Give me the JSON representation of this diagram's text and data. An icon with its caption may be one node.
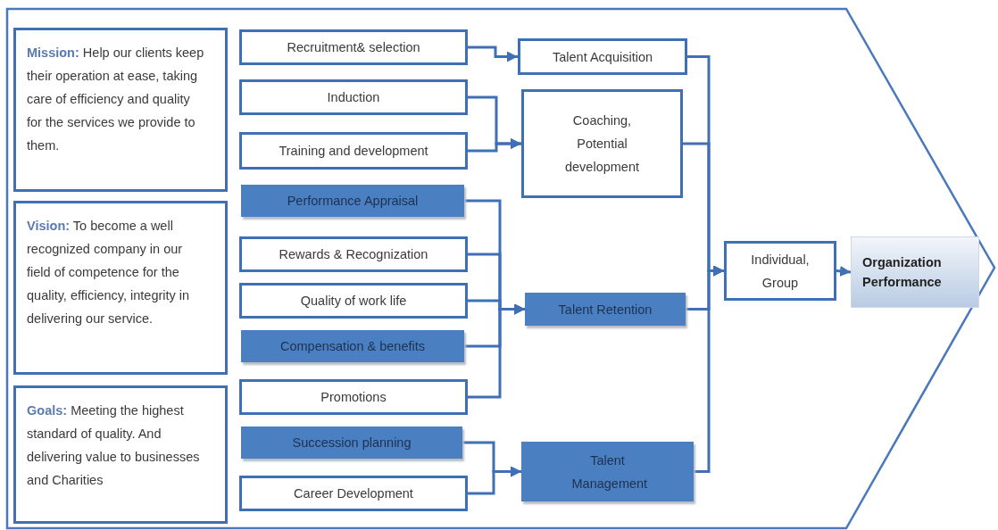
{
  "diagram": {
    "nodes": [
      {
        "text": [
          "**Mission:** Help our clients keep their operation at ease, taking care of efficiency and quality for the services we provide to them."
        ]
      },
      {
        "text": [
          "**Vision:** To become a well recognized company in our field of competence for the quality, efficiency, integrity in delivering our service."
        ]
      },
      {
        "text": [
          "**Goals:**  Meeting the highest standard of quality. And delivering value to businesses and Charities"
        ]
      },
      {
        "text": [
          "Recruitment& selection"
        ]
      },
      {
        "text": [
          "Induction"
        ]
      },
      {
        "text": [
          "Training and development"
        ]
      },
      {
        "text": [
          "Performance Appraisal"
        ]
      },
      {
        "text": [
          "Rewards & Recognization"
        ]
      },
      {
        "text": [
          "Quality of work life"
        ]
      },
      {
        "text": [
          "Compensation & benefits"
        ]
      },
      {
        "text": [
          "Promotions"
        ]
      },
      {
        "text": [
          "Succession planning"
        ]
      },
      {
        "text": [
          "Career Development"
        ]
      },
      {
        "text": [
          "Talent Acquisition"
        ]
      },
      {
        "text": [
          "Coaching, Potential development"
        ]
      },
      {
        "text": [
          "Talent Retention"
        ]
      },
      {
        "text": [
          "Talent Management"
        ]
      },
      {
        "text": [
          "Individual, Group"
        ]
      },
      {
        "text": [
          "Organization Performance"
        ]
      }
    ],
    "edges": [
      {
        "from": 3,
        "to": 13,
        "arrow": "to"
      },
      {
        "from": 4,
        "to": 14,
        "arrow": "to"
      },
      {
        "from": 5,
        "to": 14,
        "arrow": "to"
      },
      {
        "from": 6,
        "to": 15,
        "arrow": "to"
      },
      {
        "from": 7,
        "to": 15,
        "arrow": "to"
      },
      {
        "from": 8,
        "to": 15,
        "arrow": "to"
      },
      {
        "from": 9,
        "to": 15,
        "arrow": "to"
      },
      {
        "from": 10,
        "to": 15,
        "arrow": "to"
      },
      {
        "from": 11,
        "to": 16,
        "arrow": "to"
      },
      {
        "from": 12,
        "to": 16,
        "arrow": "to"
      },
      {
        "from": 13,
        "to": 17,
        "arrow": "to"
      },
      {
        "from": 14,
        "to": 17,
        "arrow": "to"
      },
      {
        "from": 15,
        "to": 17,
        "arrow": "to"
      },
      {
        "from": 16,
        "to": 17,
        "arrow": "to"
      },
      {
        "from": 17,
        "to": 18,
        "arrow": "to"
      }
    ]
  }
}
